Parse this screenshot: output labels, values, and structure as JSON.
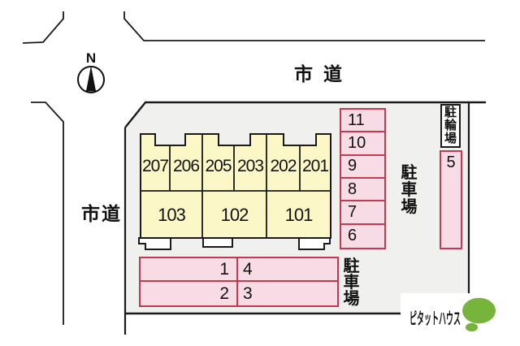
{
  "compass": {
    "label": "N"
  },
  "roads": {
    "top": "市道",
    "left": "市道"
  },
  "building": {
    "upper_units": [
      "207",
      "206",
      "205",
      "203",
      "202",
      "201"
    ],
    "lower_units": [
      "103",
      "102",
      "101"
    ]
  },
  "parking": {
    "column": {
      "spaces": [
        "11",
        "10",
        "9",
        "8",
        "7",
        "6"
      ]
    },
    "column_area_label": "駐車場",
    "bottom": {
      "spaces": [
        "1",
        "4",
        "2",
        "3"
      ]
    },
    "bottom_area_label": "駐車場",
    "bicycle": {
      "label": "駐輪場",
      "space": "5"
    }
  },
  "logo": {
    "text": "ピタットハウス"
  },
  "colors": {
    "plot_fill": "#f0f0ee",
    "building_fill": "#fbf7c6",
    "parking_fill": "#f8dce5",
    "parking_border": "#c23a52",
    "outline": "#1a1a1a",
    "logo_green": "#76b43c"
  }
}
